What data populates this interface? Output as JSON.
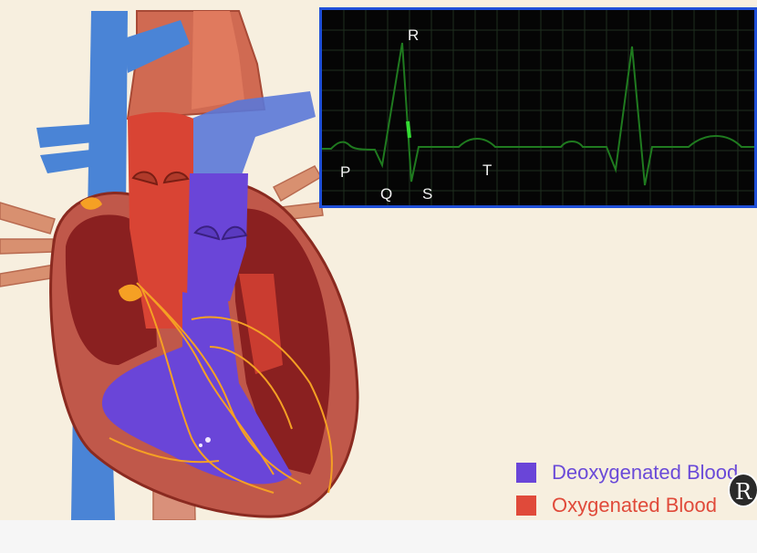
{
  "ecg": {
    "labels": {
      "p": "P",
      "q": "Q",
      "r": "R",
      "s": "S",
      "t": "T"
    },
    "trace_color": "#1f7a1f",
    "highlight_color": "#33dd33",
    "border_color": "#1f4fd8"
  },
  "legend": {
    "items": [
      {
        "label": "Deoxygenated Blood",
        "color": "#6a45d8",
        "text_color": "#6a4ad8"
      },
      {
        "label": "Oxygenated Blood",
        "color": "#e04a3a",
        "text_color": "#e04a3a"
      }
    ]
  },
  "logo": {
    "text": "R"
  },
  "colors": {
    "background": "#f7efdf",
    "vein": "#4a84d6",
    "deoxygenated": "#6a45d8",
    "oxygenated": "#d94434",
    "muscle": "#c0584a",
    "conduction": "#f5a024"
  }
}
